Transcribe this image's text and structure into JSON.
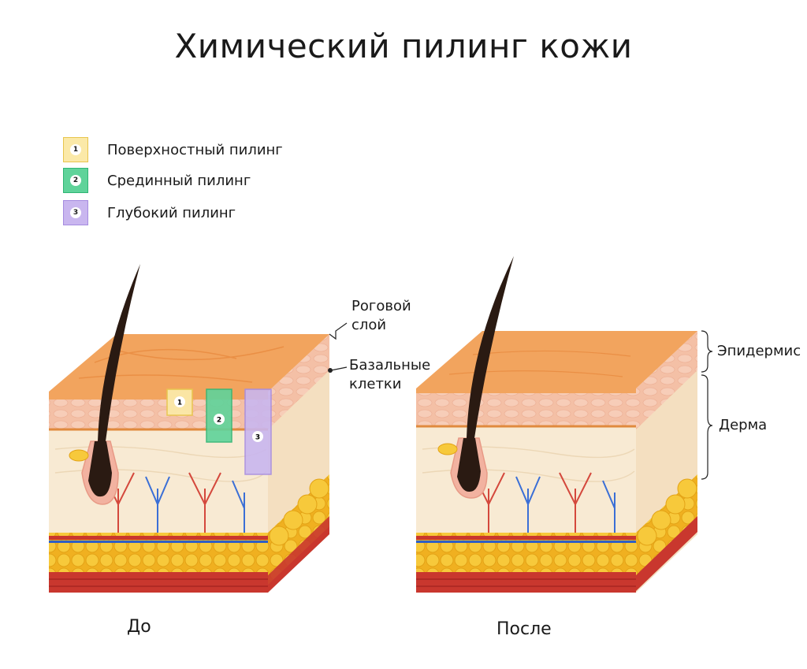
{
  "title": "Химический пилинг кожи",
  "legend": [
    {
      "num": "1",
      "label": "Поверхностный пилинг",
      "fill": "#fbe9a8",
      "stroke": "#e8c54d"
    },
    {
      "num": "2",
      "label": "Срединный пилинг",
      "fill": "#5fd39a",
      "stroke": "#2fb574"
    },
    {
      "num": "3",
      "label": "Глубокий пилинг",
      "fill": "#c9b6ef",
      "stroke": "#a58be0"
    }
  ],
  "annotations": {
    "stratum_corneum": [
      "Роговой",
      "слой"
    ],
    "basal_cells": [
      "Базальные",
      "клетки"
    ],
    "epidermis": "Эпидермис",
    "dermis": "Дерма"
  },
  "captions": {
    "before": "До",
    "after": "После"
  },
  "colors": {
    "epidermis_top": "#f2a45e",
    "epidermis_layer": "#f6c8ae",
    "dermis": "#f8ead3",
    "fat": "#f6c234",
    "muscle": "#c9372e",
    "hair": "#2a1a12"
  }
}
